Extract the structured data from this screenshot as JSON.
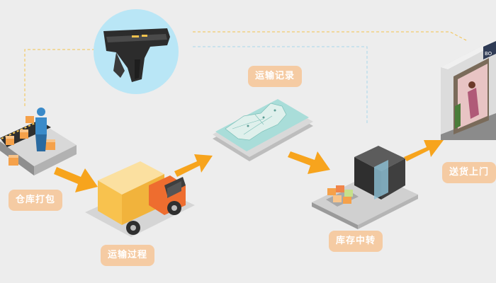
{
  "labels": {
    "warehouse_packing": "仓库打包",
    "transport_process": "运输过程",
    "transport_record": "运输记录",
    "depot_transfer": "库存中转",
    "door_delivery": "送货上门"
  },
  "store_sign": "BO",
  "colors": {
    "background": "#ededed",
    "label_bg": "#f5cba3",
    "label_text": "#ffffff",
    "arrow": "#f7a41d",
    "scanner_circle": "#b9e6f6",
    "dashed_yellow": "#f3c24d",
    "dashed_blue": "#a9d7ea",
    "truck_box": "#f8c24e",
    "truck_cab": "#ee6d2f",
    "map_sea": "#a9ddd9"
  },
  "icons": [
    "handheld-scanner-icon",
    "conveyor-worker-icon",
    "delivery-truck-icon",
    "route-map-icon",
    "transfer-depot-icon",
    "storefront-icon",
    "flow-arrow-icon"
  ]
}
